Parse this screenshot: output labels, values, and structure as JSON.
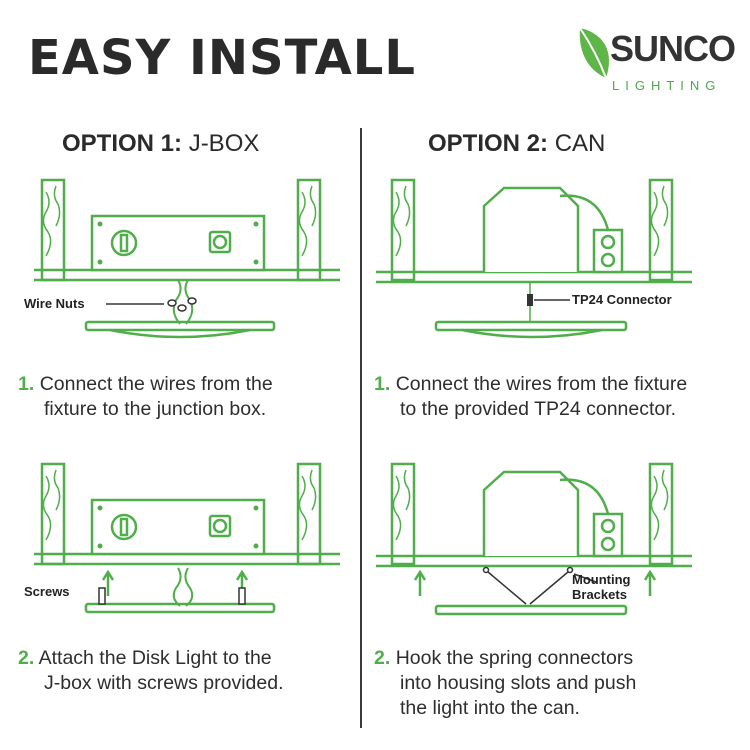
{
  "title": "EASY INSTALL",
  "logo": {
    "brand": "SUNCO",
    "sub": "LIGHTING",
    "leaf_icon": "leaf-icon"
  },
  "options": [
    {
      "head": "OPTION 1:",
      "tail": "J-BOX"
    },
    {
      "head": "OPTION 2:",
      "tail": "CAN"
    }
  ],
  "labels": {
    "wire_nuts": "Wire Nuts",
    "tp24": "TP24 Connector",
    "screws": "Screws",
    "mounting": "Mounting",
    "brackets": "Brackets"
  },
  "steps": {
    "jbox_1": {
      "num": "1.",
      "line1": "Connect the wires from the",
      "line2": "fixture to the junction box."
    },
    "jbox_2": {
      "num": "2.",
      "line1": "Attach the Disk Light to the",
      "line2": "J-box with screws provided."
    },
    "can_1": {
      "num": "1.",
      "line1": "Connect the wires from the fixture",
      "line2": "to the provided TP24 connector."
    },
    "can_2": {
      "num": "2.",
      "line1": "Hook the spring connectors",
      "line2": "into housing slots and push",
      "line3": "the light into the can."
    }
  },
  "colors": {
    "green": "#4fae4a",
    "dark": "#2a2a2a",
    "leaf": "#8dc63f"
  }
}
